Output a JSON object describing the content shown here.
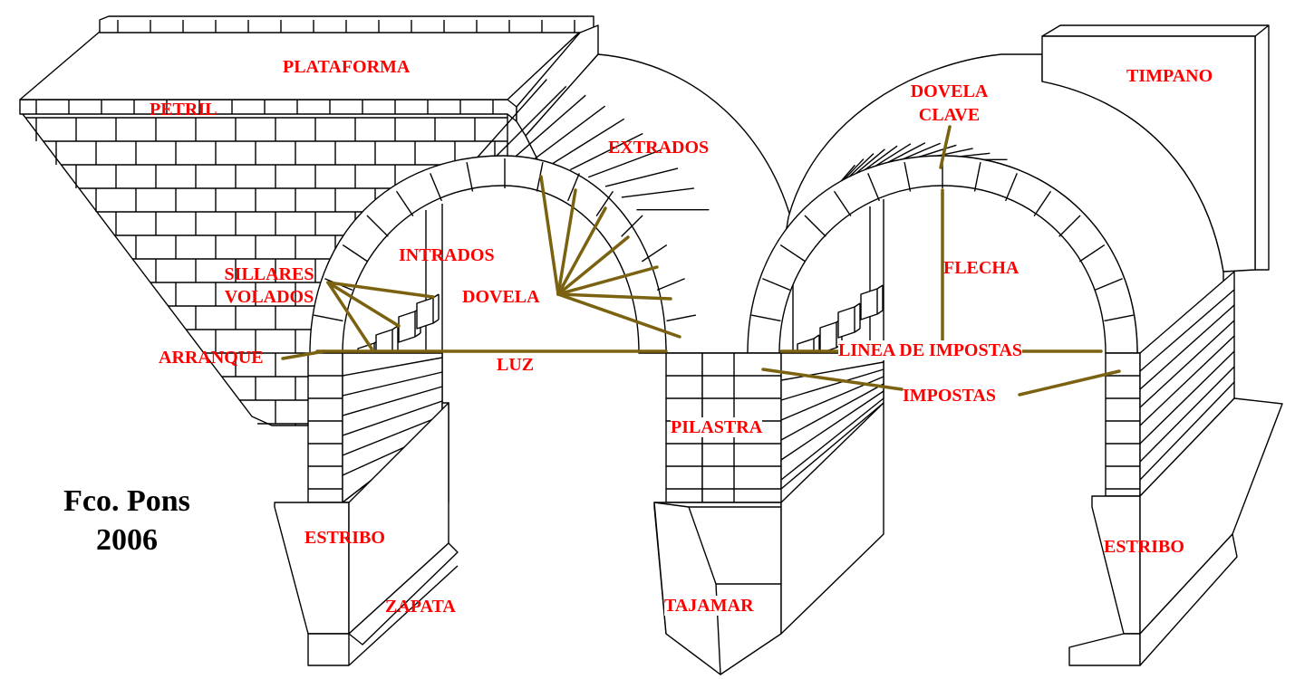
{
  "labels": {
    "plataforma": "PLATAFORMA",
    "petril": "PETRIL",
    "extrados": "EXTRADOS",
    "dovela_clave_1": "DOVELA",
    "dovela_clave_2": "CLAVE",
    "timpano": "TIMPANO",
    "intrados": "INTRADOS",
    "sillares_1": "SILLARES",
    "sillares_2": "VOLADOS",
    "dovela": "DOVELA",
    "flecha": "FLECHA",
    "arranque": "ARRANQUE",
    "luz": "LUZ",
    "linea_impostas": "LINEA DE IMPOSTAS",
    "impostas": "IMPOSTAS",
    "pilastra": "PILASTRA",
    "estribo_left": "ESTRIBO",
    "estribo_right": "ESTRIBO",
    "zapata": "ZAPATA",
    "tajamar": "TAJAMAR"
  },
  "signature": {
    "author": "Fco. Pons",
    "year": "2006"
  },
  "colors": {
    "label": "#ff0000",
    "leader": "#7a6210",
    "line": "#000000",
    "background": "#ffffff"
  }
}
